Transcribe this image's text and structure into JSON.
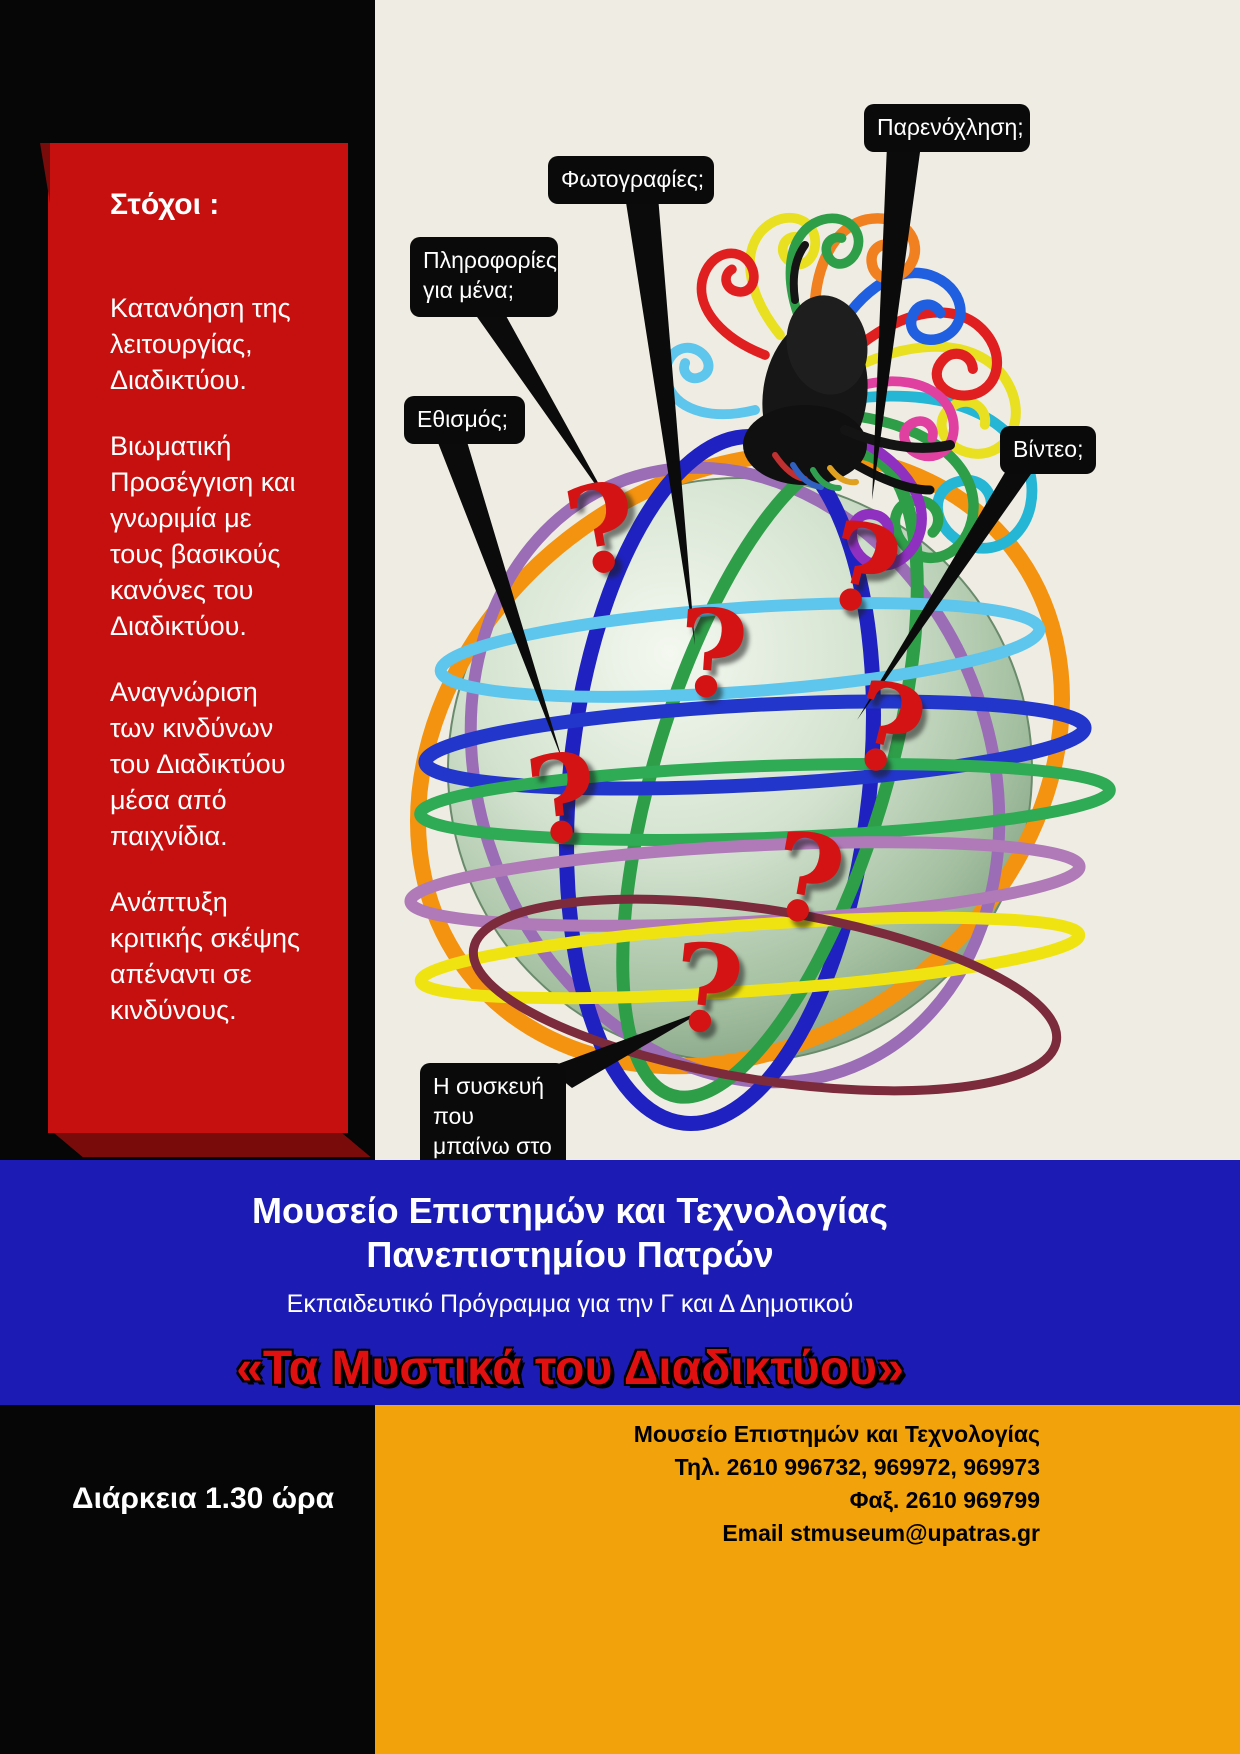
{
  "goals": {
    "title": "Στόχοι :",
    "items": [
      "Κατανόηση της λειτουργίας, Διαδικτύου.",
      "Βιωματική Προσέγγιση και γνωριμία με τους βασικούς κανόνες του Διαδικτύου.",
      "Αναγνώριση των κινδύνων του Διαδικτύου μέσα από παιχνίδια.",
      "Ανάπτυξη κριτικής σκέψης απέναντι σε κινδύνους."
    ]
  },
  "callouts": [
    {
      "id": "harassment",
      "label": "Παρενόχληση;"
    },
    {
      "id": "photos",
      "label": "Φωτογραφίες;"
    },
    {
      "id": "info",
      "label": "Πληροφορίες για μένα;"
    },
    {
      "id": "addiction",
      "label": "Εθισμός;"
    },
    {
      "id": "video",
      "label": "Βίντεο;"
    },
    {
      "id": "device",
      "label": "Η συσκευή που μπαίνω στο Διαδίκτυο;"
    }
  ],
  "globe": {
    "question_mark": "?"
  },
  "banner": {
    "line1": "Μουσείο Επιστημών και Τεχνολογίας",
    "line2": "Πανεπιστημίου Πατρών",
    "line3": "Εκπαιδευτικό Πρόγραμμα για την Γ και Δ Δημοτικού",
    "title": "«Τα Μυστικά του Διαδικτύου»"
  },
  "footer": {
    "duration": "Διάρκεια  1.30 ώρα",
    "contact": [
      "Μουσείο Επιστημών και Τεχνολογίας",
      "Τηλ. 2610 996732, 969972, 969973",
      "Φαξ. 2610 969799",
      "Email stmuseum@upatras.gr"
    ]
  },
  "colors": {
    "red_panel": "#c6100f",
    "blue_band": "#1c1cb4",
    "orange_footer": "#f2a30c",
    "title_red": "#e01010",
    "cream_bg": "#efede3",
    "question_red": "#d41414"
  }
}
